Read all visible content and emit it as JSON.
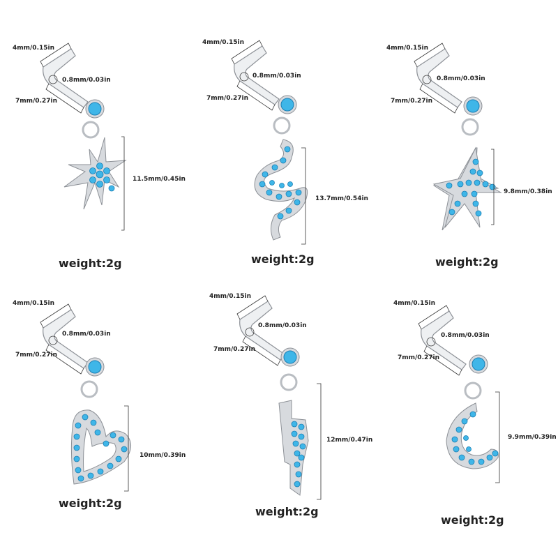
{
  "colors": {
    "metal": "#d7dade",
    "metal_edge": "#8c9096",
    "gem": "#3fb6e8",
    "gem_dark": "#1b7fb4",
    "ink": "#222222"
  },
  "products": [
    {
      "shape": "starburst",
      "top_width": "4mm/0.15in",
      "bar_thickness": "0.8mm/0.03in",
      "post_length": "7mm/0.27in",
      "charm_length": "11.5mm/0.45in",
      "weight": "weight:2g"
    },
    {
      "shape": "snake",
      "top_width": "4mm/0.15in",
      "bar_thickness": "0.8mm/0.03in",
      "post_length": "7mm/0.27in",
      "charm_length": "13.7mm/0.54in",
      "weight": "weight:2g"
    },
    {
      "shape": "star",
      "top_width": "4mm/0.15in",
      "bar_thickness": "0.8mm/0.03in",
      "post_length": "7mm/0.27in",
      "charm_length": "9.8mm/0.38in",
      "weight": "weight:2g"
    },
    {
      "shape": "heart",
      "top_width": "4mm/0.15in",
      "bar_thickness": "0.8mm/0.03in",
      "post_length": "7mm/0.27in",
      "charm_length": "10mm/0.39in",
      "weight": "weight:2g"
    },
    {
      "shape": "lightning-bolt",
      "top_width": "4mm/0.15in",
      "bar_thickness": "0.8mm/0.03in",
      "post_length": "7mm/0.27in",
      "charm_length": "12mm/0.47in",
      "weight": "weight:2g"
    },
    {
      "shape": "crescent-moon",
      "top_width": "4mm/0.15in",
      "bar_thickness": "0.8mm/0.03in",
      "post_length": "7mm/0.27in",
      "charm_length": "9.9mm/0.39in",
      "weight": "weight:2g"
    }
  ]
}
